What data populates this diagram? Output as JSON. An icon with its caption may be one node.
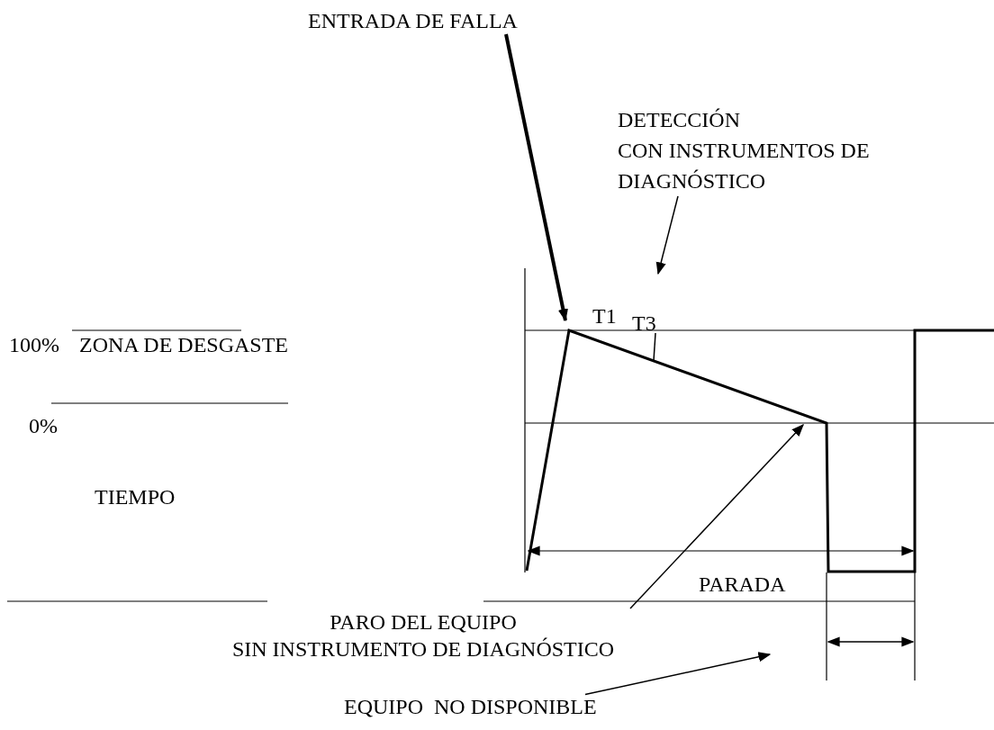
{
  "diagram": {
    "nodes": [
      {
        "text": [
          "ENTRADA DE FALLA"
        ]
      },
      {
        "text": [
          "DETECCIÓN",
          "CON INSTRUMENTOS DE DIAGNÓSTICO"
        ]
      },
      {
        "text": [
          "T3"
        ]
      },
      {
        "text": [
          "PARO DEL EQUIPO",
          "SIN INSTRUMENTO DE DIAGNÓSTICO"
        ]
      },
      {
        "text": [
          "EQUIPO  NO DISPONIBLE"
        ]
      }
    ],
    "edges": [
      {
        "from": 0,
        "to": null,
        "arrow": "to",
        "style": "thick"
      },
      {
        "from": 1,
        "to": null,
        "arrow": "to"
      },
      {
        "from": 2,
        "to": null,
        "arrow": "none"
      },
      {
        "from": 3,
        "to": null,
        "arrow": "to"
      },
      {
        "from": 4,
        "to": null,
        "arrow": "to"
      }
    ],
    "labels": [
      "T1",
      "100%",
      "ZONA DE DESGASTE",
      "0%",
      "TIEMPO",
      "PARADA"
    ]
  }
}
